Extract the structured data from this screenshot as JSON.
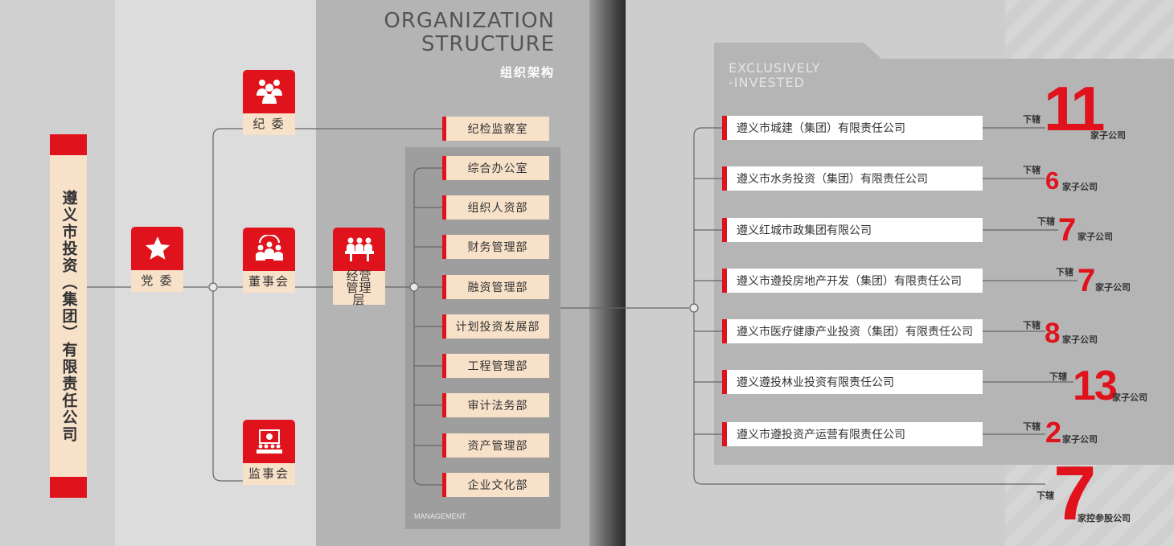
{
  "title": {
    "en_line1": "ORGANIZATION",
    "en_line2": "STRUCTURE",
    "zh": "组织架构"
  },
  "company": {
    "name": "遵义市投资（集团）有限责任公司"
  },
  "nodes": {
    "party": {
      "label": "党 委",
      "icon": "star-icon"
    },
    "discipline": {
      "label": "纪 委",
      "icon": "people-group-icon"
    },
    "board": {
      "label": "董事会",
      "icon": "board-meeting-icon"
    },
    "supervisory": {
      "label": "监事会",
      "icon": "presentation-icon"
    },
    "management": {
      "label": "经营管理层",
      "icon": "meeting-table-icon"
    }
  },
  "discipline_office": "纪检监察室",
  "departments": [
    "综合办公室",
    "组织人资部",
    "财务管理部",
    "融资管理部",
    "计划投资发展部",
    "工程管理部",
    "审计法务部",
    "资产管理部",
    "企业文化部"
  ],
  "management_caption": "MANAGEMENT",
  "exclusive_caption": {
    "line1": "EXCLUSIVELY",
    "line2": "-INVESTED"
  },
  "subsidiaries": [
    {
      "name": "遵义市城建（集团）有限责任公司",
      "prefix": "下辖",
      "count": "11",
      "suffix": "家子公司"
    },
    {
      "name": "遵义市水务投资（集团）有限责任公司",
      "prefix": "下辖",
      "count": "6",
      "suffix": "家子公司"
    },
    {
      "name": "遵义红城市政集团有限公司",
      "prefix": "下辖",
      "count": "7",
      "suffix": "家子公司"
    },
    {
      "name": "遵义市遵投房地产开发（集团）有限责任公司",
      "prefix": "下辖",
      "count": "7",
      "suffix": "家子公司"
    },
    {
      "name": "遵义市医疗健康产业投资（集团）有限责任公司",
      "prefix": "下辖",
      "count": "8",
      "suffix": "家子公司"
    },
    {
      "name": "遵义遵投林业投资有限责任公司",
      "prefix": "下辖",
      "count": "13",
      "suffix": "家子公司"
    },
    {
      "name": "遵义市遵投资产运营有限责任公司",
      "prefix": "下辖",
      "count": "2",
      "suffix": "家子公司"
    }
  ],
  "holdings": {
    "prefix": "下辖",
    "count": "7",
    "suffix": "家控参股公司"
  },
  "colors": {
    "accent": "#e0121c",
    "box": "#f8e1c9",
    "line": "#666666"
  }
}
